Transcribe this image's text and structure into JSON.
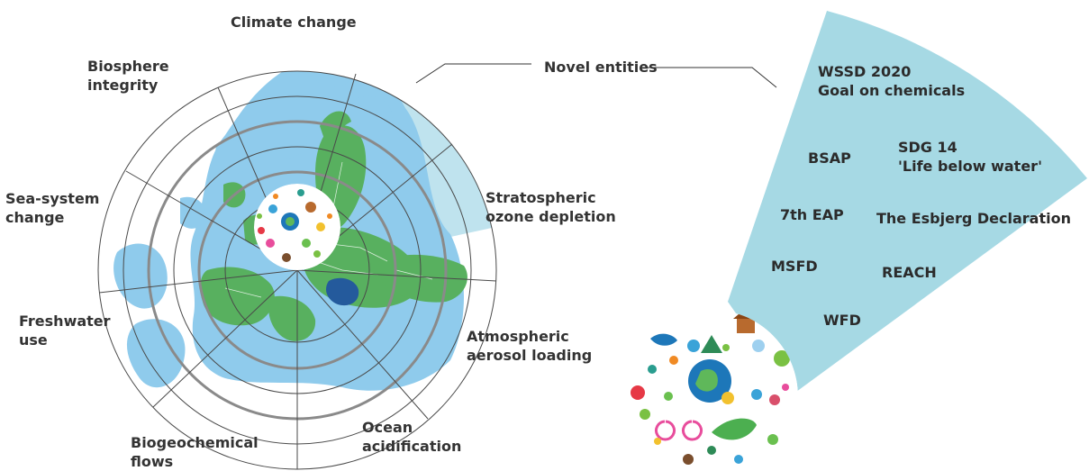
{
  "left_diagram": {
    "labels": {
      "climate_change": "Climate change",
      "biosphere_integrity": "Biosphere\nintegrity",
      "sea_system_change": "Sea-system\nchange",
      "freshwater_use": "Freshwater\nuse",
      "biogeochemical_flows": "Biogeochemical\nflows",
      "ocean_acidification": "Ocean\nacidification",
      "atmospheric_aerosol_loading": "Atmospheric\naerosol loading",
      "stratospheric_ozone_depletion": "Stratospheric\nozone depletion",
      "novel_entities": "Novel entities"
    },
    "colors": {
      "sea": "#8fcbec",
      "land": "#58b05f",
      "highlight_sector": "#bfe3ee",
      "ring_thin": "#4a4a4a",
      "ring_thick": "#8a8a8a"
    }
  },
  "right_sector": {
    "color": "#a6d9e4",
    "labels": {
      "wssd": "WSSD 2020\nGoal on chemicals",
      "bsap": "BSAP",
      "sdg14": "SDG 14\n'Life below water'",
      "eap7": "7th EAP",
      "esbjerg": "The Esbjerg Declaration",
      "msfd": "MSFD",
      "reach": "REACH",
      "wfd": "WFD"
    }
  },
  "icons": [
    "house-icon",
    "tree-icon",
    "globe-icon",
    "bicycle-icon",
    "heart-icon",
    "paw-icon",
    "fish-icon",
    "bulb-icon",
    "leaf-icon",
    "sun-icon",
    "cloud-icon",
    "person-icon",
    "apple-icon",
    "smiley-icon",
    "thumbs-up-icon",
    "recycle-icon"
  ]
}
